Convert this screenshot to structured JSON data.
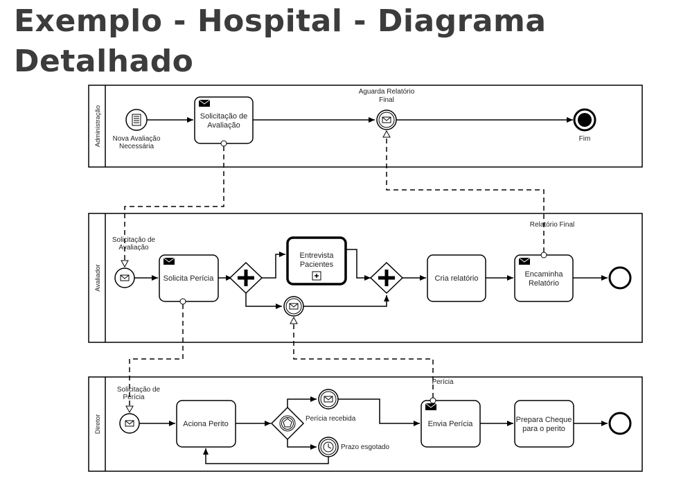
{
  "page": {
    "title": "Exemplo - Hospital - Diagrama\nDetalhado"
  },
  "pools": {
    "administracao": "Administração",
    "avaliador": "Avaliador",
    "diretor": "Diretor"
  },
  "administracao": {
    "start_event_label": [
      "Nova Avaliação",
      "Necessária"
    ],
    "task_solicitacao": [
      "Solicitação de",
      "Avaliação"
    ],
    "catch_event_label": [
      "Aguarda Relatório",
      "Final"
    ],
    "end_event_label": "Fim"
  },
  "avaliador": {
    "start_event_label": [
      "Solicitação de",
      "Avaliação"
    ],
    "task_solicita_pericia": "Solicita Perícia",
    "subprocess_entrevista": [
      "Entrevista",
      "Pacientes"
    ],
    "task_cria_relatorio": "Cria relatório",
    "task_encaminha": [
      "Encaminha",
      "Relatório"
    ],
    "message_flow_label": "Relatório Final"
  },
  "diretor": {
    "start_event_label": [
      "Solicitação de",
      "Perícia"
    ],
    "task_aciona_perito": "Aciona Perito",
    "event_pericia_recebida": "Perícia recebida",
    "event_prazo_esgotado": "Prazo esgotado",
    "task_envia_pericia": "Envia Perícia",
    "task_prepara_cheque": [
      "Prepara Cheque",
      "para o perito"
    ],
    "message_flow_label": "Perícia"
  },
  "colors": {
    "stroke": "#000000",
    "title": "#3c3c3c",
    "background": "#ffffff"
  }
}
